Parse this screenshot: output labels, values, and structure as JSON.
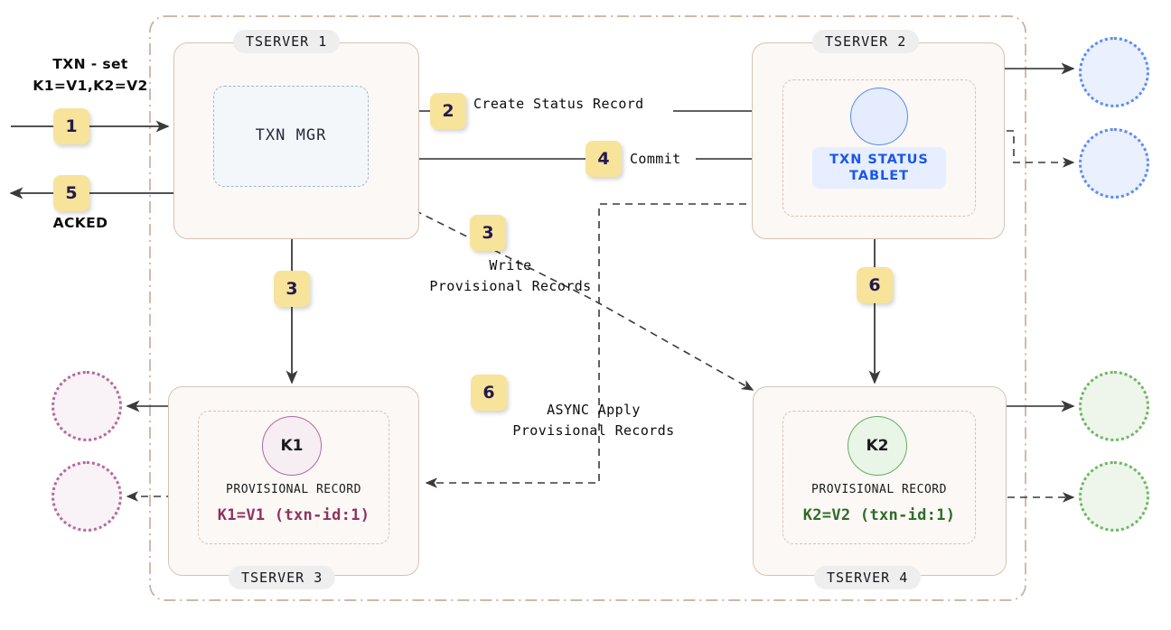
{
  "diagram": {
    "title": "Distributed transaction flow across tservers",
    "colors": {
      "badge_bg": "#f8e39a",
      "badge_text": "#221a4e",
      "tserver_bg": "#fbf8f5",
      "tserver_border": "#d9c3b2",
      "txnmgr_border": "#9fb8d4",
      "status_tablet_bg": "#e6eeff",
      "status_tablet_text": "#1a57e8",
      "k1_border": "#b5699a",
      "k1_text": "#8e3360",
      "k2_border": "#64ad63",
      "k2_text": "#2f6b2a",
      "replica_blue": "#5b8def",
      "replica_pink": "#b5699a",
      "replica_green": "#6db85f",
      "cluster_border": "#c9ae9c"
    }
  },
  "client": {
    "request_line1": "TXN - set",
    "request_line2": "K1=V1,K2=V2",
    "ack_label": "ACKED"
  },
  "tservers": [
    {
      "label": "TSERVER 1",
      "inner_label": "TXN MGR"
    },
    {
      "label": "TSERVER 2",
      "tablet_line1": "TXN STATUS",
      "tablet_line2": "TABLET",
      "key": ""
    },
    {
      "label": "TSERVER 3",
      "key": "K1",
      "provisional_title": "PROVISIONAL RECORD",
      "provisional_value": "K1=V1 (txn-id:1)"
    },
    {
      "label": "TSERVER 4",
      "key": "K2",
      "provisional_title": "PROVISIONAL RECORD",
      "provisional_value": "K2=V2 (txn-id:1)"
    }
  ],
  "steps": [
    {
      "num": "1",
      "label": ""
    },
    {
      "num": "2",
      "label": "Create Status Record"
    },
    {
      "num": "3",
      "label_line1": "Write",
      "label_line2": "Provisional Records"
    },
    {
      "num": "3b",
      "num_text": "3",
      "label": ""
    },
    {
      "num": "4",
      "label": "Commit"
    },
    {
      "num": "5",
      "label": "ACKED"
    },
    {
      "num": "6",
      "label_line1": "ASYNC Apply",
      "label_line2": "Provisional Records"
    },
    {
      "num": "6b",
      "num_text": "6",
      "label": ""
    }
  ]
}
